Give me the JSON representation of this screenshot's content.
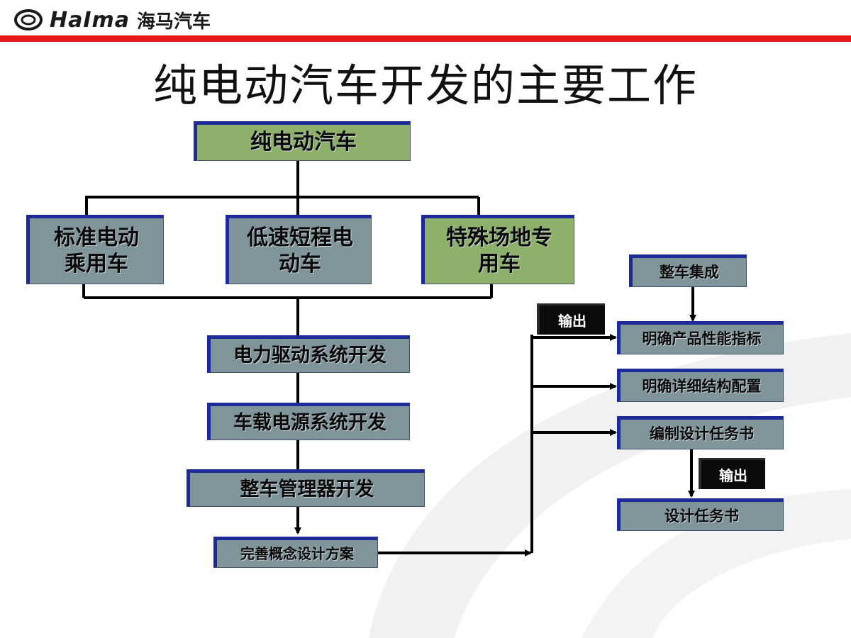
{
  "header": {
    "logo_text": "HaIma",
    "logo_cn": "海马汽车",
    "title": "纯电动汽车开发的主要工作"
  },
  "colors": {
    "accent_red": "#e8191b",
    "box_gray": "#7f959a",
    "box_green": "#8db06a",
    "box_border": "#1d2b9a"
  },
  "flow": {
    "root": "纯电动汽车",
    "categories": [
      {
        "line1": "标准电动",
        "line2": "乘用车"
      },
      {
        "line1": "低速短程电",
        "line2": "动车"
      },
      {
        "line1": "特殊场地专",
        "line2": "用车"
      }
    ],
    "steps": [
      "电力驱动系统开发",
      "车载电源系统开发",
      "整车管理器开发"
    ],
    "concept": "完善概念设计方案",
    "output_label_1": "输出",
    "output_label_2": "输出",
    "right": {
      "top": "整车集成",
      "items": [
        "明确产品性能指标",
        "明确详细结构配置",
        "编制设计任务书"
      ],
      "final": "设计任务书"
    }
  }
}
